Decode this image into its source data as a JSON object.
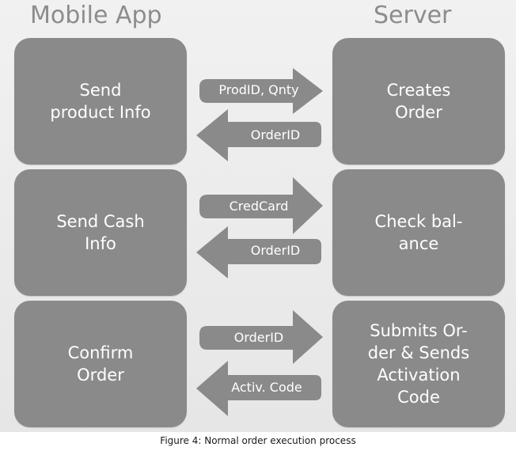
{
  "headers": {
    "left": "Mobile App",
    "right": "Server"
  },
  "rows": [
    {
      "left": "Send\nproduct Info",
      "right": "Creates\nOrder",
      "forward": "ProdID, Qnty",
      "back": "OrderID"
    },
    {
      "left": "Send Cash\nInfo",
      "right": "Check bal-\nance",
      "forward": "CredCard",
      "back": "OrderID"
    },
    {
      "left": "Confirm\nOrder",
      "right": "Submits Or-\nder & Sends\nActivation\nCode",
      "forward": "OrderID",
      "back": "Activ. Code"
    }
  ],
  "caption": "Figure 4: Normal order execution process",
  "colors": {
    "box": "#8a8a8a",
    "arrow": "#8a8a8a",
    "header_text": "#8c8c8c",
    "background": "#ececec"
  }
}
